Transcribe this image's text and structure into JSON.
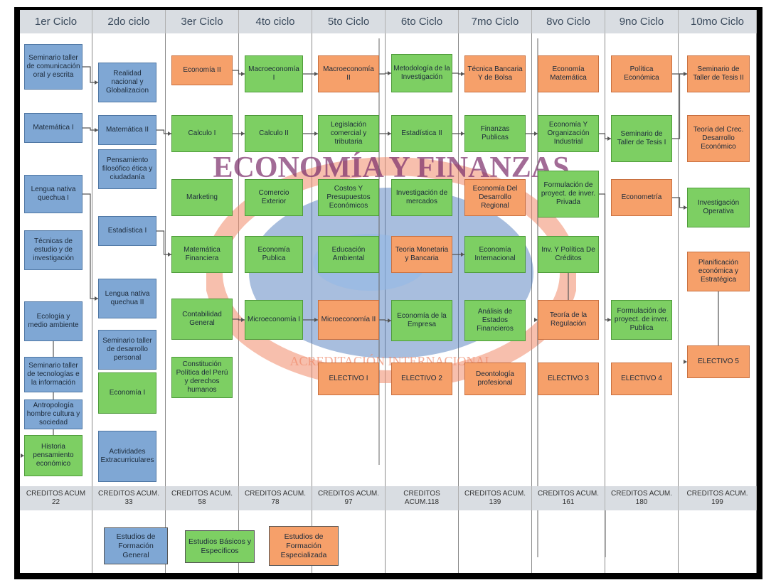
{
  "cycles": [
    "1er Ciclo",
    "2do ciclo",
    "3er Ciclo",
    "4to ciclo",
    "5to Ciclo",
    "6to Ciclo",
    "7mo Ciclo",
    "8vo Ciclo",
    "9no Ciclo",
    "10mo Ciclo"
  ],
  "credits": [
    {
      "label": "CREDITOS ACUM",
      "value": "22"
    },
    {
      "label": "CREDITOS ACUM.",
      "value": "33"
    },
    {
      "label": "CREDITOS ACUM.",
      "value": "58"
    },
    {
      "label": "CREDITOS ACUM.",
      "value": "78"
    },
    {
      "label": "CREDITOS ACUM.",
      "value": "97"
    },
    {
      "label": "CREDITOS",
      "value": "ACUM.118"
    },
    {
      "label": "CREDITOS ACUM.",
      "value": "139"
    },
    {
      "label": "CREDITOS ACUM.",
      "value": "161"
    },
    {
      "label": "CREDITOS ACUM.",
      "value": "180"
    },
    {
      "label": "CREDITOS ACUM.",
      "value": "199"
    }
  ],
  "courses": [
    {
      "name": "Seminario taller de comunicación oral y escrita",
      "cat": "blue"
    },
    {
      "name": "Matemática I",
      "cat": "blue"
    },
    {
      "name": "Lengua nativa quechua I",
      "cat": "blue"
    },
    {
      "name": "Técnicas de estudio y de investigación",
      "cat": "blue"
    },
    {
      "name": "Ecología y medio ambiente",
      "cat": "blue"
    },
    {
      "name": "Seminario taller de tecnologías e la información",
      "cat": "blue"
    },
    {
      "name": "Antropología hombre cultura y sociedad",
      "cat": "blue"
    },
    {
      "name": "Historia pensamiento económico",
      "cat": "green"
    },
    {
      "name": "Realidad nacional y Globalizacion",
      "cat": "blue"
    },
    {
      "name": "Matemática II",
      "cat": "blue"
    },
    {
      "name": "Pensamiento filosófico ética y ciudadanía",
      "cat": "blue"
    },
    {
      "name": "Estadística I",
      "cat": "blue"
    },
    {
      "name": "Lengua nativa quechua II",
      "cat": "blue"
    },
    {
      "name": "Seminario taller de desarrollo personal",
      "cat": "blue"
    },
    {
      "name": "Economía I",
      "cat": "green"
    },
    {
      "name": "Actividades Extracurriculares",
      "cat": "blue"
    },
    {
      "name": "Economía II",
      "cat": "orange"
    },
    {
      "name": "Calculo I",
      "cat": "green"
    },
    {
      "name": "Marketing",
      "cat": "green"
    },
    {
      "name": "Matemática Financiera",
      "cat": "green"
    },
    {
      "name": "Contabilidad General",
      "cat": "green"
    },
    {
      "name": "Constitución Política del Perú y derechos humanos",
      "cat": "green"
    },
    {
      "name": "Macroeconomía I",
      "cat": "green"
    },
    {
      "name": "Calculo II",
      "cat": "green"
    },
    {
      "name": "Comercio Exterior",
      "cat": "green"
    },
    {
      "name": "Economía Publica",
      "cat": "green"
    },
    {
      "name": "Microeconomía I",
      "cat": "green"
    },
    {
      "name": "Macroeconomía II",
      "cat": "orange"
    },
    {
      "name": "Legislación comercial y tributaria",
      "cat": "green"
    },
    {
      "name": "Costos Y Presupuestos Económicos",
      "cat": "green"
    },
    {
      "name": "Educación Ambiental",
      "cat": "green"
    },
    {
      "name": "Microeconomía II",
      "cat": "orange"
    },
    {
      "name": "ELECTIVO I",
      "cat": "orange"
    },
    {
      "name": "Metodología de la Investigación",
      "cat": "green"
    },
    {
      "name": "Estadística II",
      "cat": "green"
    },
    {
      "name": "Investigación de mercados",
      "cat": "green"
    },
    {
      "name": "Teoria Monetaria y Bancaria",
      "cat": "orange"
    },
    {
      "name": "Economía de la Empresa",
      "cat": "green"
    },
    {
      "name": "ELECTIVO 2",
      "cat": "orange"
    },
    {
      "name": "Técnica Bancaria Y de Bolsa",
      "cat": "orange"
    },
    {
      "name": "Finanzas Publicas",
      "cat": "green"
    },
    {
      "name": "Economía Del Desarrollo Regional",
      "cat": "orange"
    },
    {
      "name": "Economía Internacional",
      "cat": "green"
    },
    {
      "name": "Análisis de Estados Financieros",
      "cat": "green"
    },
    {
      "name": "Deontología profesional",
      "cat": "orange"
    },
    {
      "name": "Economía Matemática",
      "cat": "orange"
    },
    {
      "name": "Economía Y Organización Industrial",
      "cat": "green"
    },
    {
      "name": "Formulación de proyect. de inver. Privada",
      "cat": "green"
    },
    {
      "name": "Inv. Y Política De Créditos",
      "cat": "green"
    },
    {
      "name": "Teoría de la Regulación",
      "cat": "orange"
    },
    {
      "name": "ELECTIVO 3",
      "cat": "orange"
    },
    {
      "name": "Política Económica",
      "cat": "orange"
    },
    {
      "name": "Seminario de Taller de Tesis I",
      "cat": "green"
    },
    {
      "name": "Econometría",
      "cat": "orange"
    },
    {
      "name": "Formulación de proyect. de inver. Publica",
      "cat": "green"
    },
    {
      "name": "ELECTIVO 4",
      "cat": "orange"
    },
    {
      "name": "Seminario de Taller de Tesis II",
      "cat": "orange"
    },
    {
      "name": "Teoría del Crec. Desarrollo Económico",
      "cat": "orange"
    },
    {
      "name": "Investigación Operativa",
      "cat": "green"
    },
    {
      "name": "Planificación económica y Estratégica",
      "cat": "orange"
    },
    {
      "name": "ELECTIVO 5",
      "cat": "orange"
    }
  ],
  "legend": [
    {
      "label": "Estudios de Formación General",
      "cat": "blue"
    },
    {
      "label": "Estudios Básicos y Especificos",
      "cat": "green"
    },
    {
      "label": "Estudios de Formación Especializada",
      "cat": "orange"
    }
  ],
  "emblem_text": "ECONOMÍA Y FINANZAS",
  "emblem_arc_text": "ACREDITACIÓN INTERNACIONAL",
  "colors": {
    "blue": "#7fa7d4",
    "green": "#7dcf63",
    "orange": "#f6a06a",
    "header": "#d9dde2",
    "frame": "#000000",
    "emblem_ring": "#f08a6a",
    "globe": "#3f6fb5"
  }
}
